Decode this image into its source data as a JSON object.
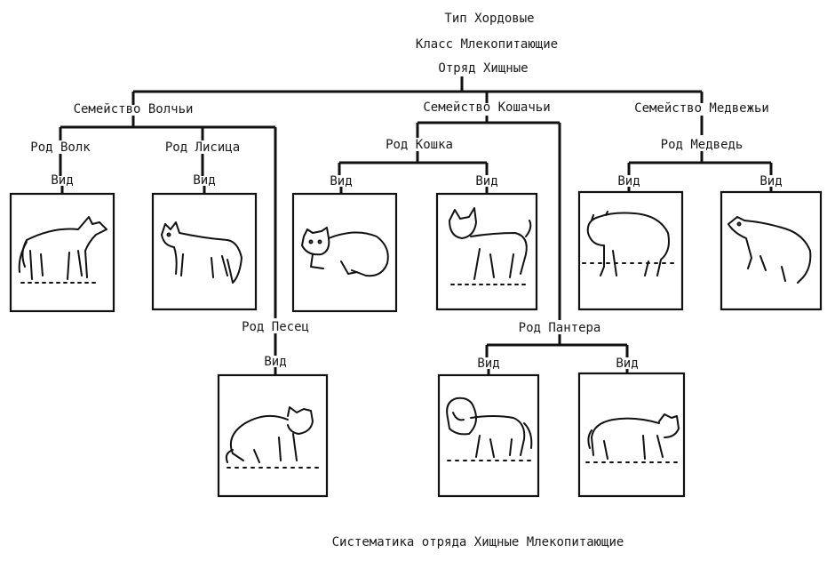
{
  "hierarchy": {
    "type": "Тип Хордовые",
    "class": "Класс Млекопитающие",
    "order": "Отряд Хищные"
  },
  "families": {
    "wolves": "Семейство Волчьи",
    "cats": "Семейство Кошачьи",
    "bears": "Семейство Медвежьи"
  },
  "genera": {
    "wolf": "Род Волк",
    "fox": "Род Лисица",
    "arctic_fox": "Род Песец",
    "cat": "Род Кошка",
    "panther": "Род Пантера",
    "bear": "Род Медведь"
  },
  "species_label": "Вид",
  "animals": [
    "wolf",
    "fox",
    "arctic-fox",
    "wild-cat",
    "lynx",
    "lion",
    "tiger",
    "brown-bear",
    "polar-bear"
  ],
  "caption": "Систематика отряда Хищные Млекопитающие"
}
